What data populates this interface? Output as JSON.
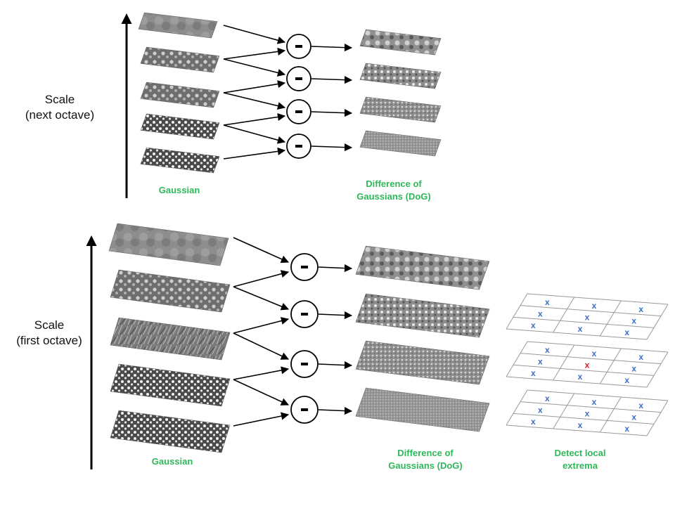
{
  "top_octave": {
    "scale_label_1": "Scale",
    "scale_label_2": "(next octave)",
    "gaussian_label": "Gaussian",
    "dog_label_1": "Difference of",
    "dog_label_2": "Gaussians (DoG)"
  },
  "bottom_octave": {
    "scale_label_1": "Scale",
    "scale_label_2": "(first octave)",
    "gaussian_label": "Gaussian",
    "dog_label_1": "Difference of",
    "dog_label_2": "Gaussians (DoG)",
    "extrema_label_1": "Detect local",
    "extrema_label_2": "extrema"
  },
  "minus_symbol": "−",
  "grid_mark": "x",
  "colors": {
    "label_green": "#2fb85a",
    "grid_mark_blue": "#3b6fc4",
    "extremum_red": "#e01b1b",
    "arrow": "#000000"
  }
}
